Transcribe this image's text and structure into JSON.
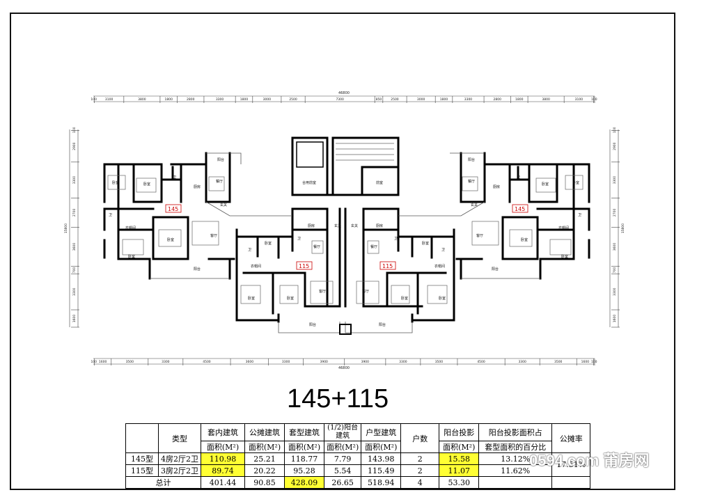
{
  "title": "145+115",
  "watermark": "0594.com 莆房网",
  "dims": {
    "top_total": "46800",
    "bottom_total": "46800",
    "top": [
      "100",
      "3100",
      "3800",
      "1800",
      "2800",
      "3300",
      "1800",
      "3000",
      "2500",
      "7300",
      "850",
      "2500",
      "3000",
      "1800",
      "3300",
      "2800",
      "1800",
      "3800",
      "3100",
      "100"
    ],
    "bottom": [
      "100",
      "1600",
      "3500",
      "3300",
      "4500",
      "3600",
      "3300",
      "3900",
      "3900",
      "3300",
      "3500",
      "4500",
      "3300",
      "3500",
      "1600",
      "100"
    ],
    "left": [
      "100",
      "2900",
      "3300",
      "2700",
      "3600",
      "700",
      "3300",
      "1600"
    ],
    "left_total": "15800",
    "right": [
      "100",
      "2900",
      "3300",
      "2700",
      "3600",
      "700",
      "3300",
      "1600"
    ],
    "right_total": "15800"
  },
  "rooms": {
    "balcony": "阳台",
    "bedroom": "卧室",
    "bath": "卫",
    "kitchen": "厨房",
    "dining": "餐厅",
    "living": "客厅",
    "foyer": "玄关",
    "closet": "衣帽间",
    "shared_lobby": "合用前室",
    "front_room": "前室",
    "unit_145": "145",
    "unit_115": "115"
  },
  "table": {
    "headers": [
      "类型",
      "套内建筑",
      "公摊建筑",
      "套型建筑",
      "(1/2)阳台建筑",
      "户型建筑",
      "户数",
      "阳台投影",
      "阳台投影面积占",
      "公摊率"
    ],
    "subheaders": [
      "面积(M²)",
      "面积(M²)",
      "面积(M²)",
      "面积(M²)",
      "面积(M²)",
      "面积(M²)",
      "套型面积的百分比"
    ],
    "rows": [
      [
        "145型",
        "4房2厅2卫",
        "110.98",
        "25.21",
        "118.77",
        "7.79",
        "143.98",
        "2",
        "15.58",
        "13.12%"
      ],
      [
        "115型",
        "3房2厅2卫",
        "89.74",
        "20.22",
        "95.28",
        "5.54",
        "115.49",
        "2",
        "11.07",
        "11.62%"
      ]
    ],
    "share_rate": "17.51%",
    "total": [
      "总计",
      "401.44",
      "90.85",
      "428.09",
      "26.65",
      "518.94",
      "4",
      "53.30"
    ],
    "highlight_color": "#ffff33"
  }
}
